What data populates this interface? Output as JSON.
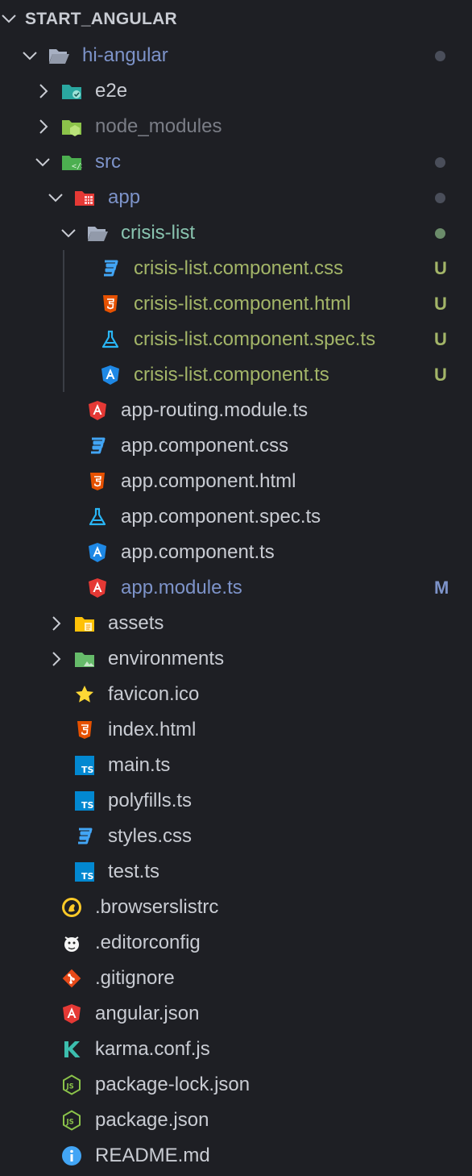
{
  "explorer": {
    "title": "START_ANGULAR",
    "colors": {
      "background": "#1e1f24",
      "default_text": "#c9ccd3",
      "modified_text": "#7d93c9",
      "untracked_text": "#a3b568",
      "ignored_text": "#7a7d86",
      "dot_gray": "#4a4e5a",
      "dot_green": "#6b8c6a"
    },
    "items": [
      {
        "name": "hi-angular",
        "kind": "folder",
        "expanded": true,
        "icon": "folder-open-icon",
        "color": "#7d93c9",
        "marker": "dot"
      },
      {
        "name": "e2e",
        "kind": "folder",
        "expanded": false,
        "icon": "folder-e2e-icon",
        "color": "#c9ccd3"
      },
      {
        "name": "node_modules",
        "kind": "folder",
        "expanded": false,
        "icon": "folder-node-icon",
        "color": "#7a7d86"
      },
      {
        "name": "src",
        "kind": "folder",
        "expanded": true,
        "icon": "folder-src-icon",
        "color": "#7d93c9",
        "marker": "dot"
      },
      {
        "name": "app",
        "kind": "folder",
        "expanded": true,
        "icon": "folder-app-icon",
        "color": "#7d93c9",
        "marker": "dot"
      },
      {
        "name": "crisis-list",
        "kind": "folder",
        "expanded": true,
        "icon": "folder-open-icon",
        "color": "#89c4b0",
        "marker": "dot-green"
      },
      {
        "name": "crisis-list.component.css",
        "kind": "file",
        "icon": "css-icon",
        "color": "#a3b568",
        "badge": "U"
      },
      {
        "name": "crisis-list.component.html",
        "kind": "file",
        "icon": "html-icon",
        "color": "#a3b568",
        "badge": "U"
      },
      {
        "name": "crisis-list.component.spec.ts",
        "kind": "file",
        "icon": "test-flask-icon",
        "color": "#a3b568",
        "badge": "U"
      },
      {
        "name": "crisis-list.component.ts",
        "kind": "file",
        "icon": "angular-component-icon",
        "color": "#a3b568",
        "badge": "U"
      },
      {
        "name": "app-routing.module.ts",
        "kind": "file",
        "icon": "angular-module-icon",
        "color": "#c9ccd3"
      },
      {
        "name": "app.component.css",
        "kind": "file",
        "icon": "css-icon",
        "color": "#c9ccd3"
      },
      {
        "name": "app.component.html",
        "kind": "file",
        "icon": "html-icon",
        "color": "#c9ccd3"
      },
      {
        "name": "app.component.spec.ts",
        "kind": "file",
        "icon": "test-flask-icon",
        "color": "#c9ccd3"
      },
      {
        "name": "app.component.ts",
        "kind": "file",
        "icon": "angular-component-icon",
        "color": "#c9ccd3"
      },
      {
        "name": "app.module.ts",
        "kind": "file",
        "icon": "angular-module-icon",
        "color": "#7d93c9",
        "badge": "M"
      },
      {
        "name": "assets",
        "kind": "folder",
        "expanded": false,
        "icon": "folder-assets-icon",
        "color": "#c9ccd3"
      },
      {
        "name": "environments",
        "kind": "folder",
        "expanded": false,
        "icon": "folder-environments-icon",
        "color": "#c9ccd3"
      },
      {
        "name": "favicon.ico",
        "kind": "file",
        "icon": "star-icon",
        "color": "#c9ccd3"
      },
      {
        "name": "index.html",
        "kind": "file",
        "icon": "html-icon",
        "color": "#c9ccd3"
      },
      {
        "name": "main.ts",
        "kind": "file",
        "icon": "typescript-icon",
        "color": "#c9ccd3"
      },
      {
        "name": "polyfills.ts",
        "kind": "file",
        "icon": "typescript-icon",
        "color": "#c9ccd3"
      },
      {
        "name": "styles.css",
        "kind": "file",
        "icon": "css-icon",
        "color": "#c9ccd3"
      },
      {
        "name": "test.ts",
        "kind": "file",
        "icon": "typescript-icon",
        "color": "#c9ccd3"
      },
      {
        "name": ".browserslistrc",
        "kind": "file",
        "icon": "browserslist-icon",
        "color": "#c9ccd3"
      },
      {
        "name": ".editorconfig",
        "kind": "file",
        "icon": "editorconfig-icon",
        "color": "#c9ccd3"
      },
      {
        "name": ".gitignore",
        "kind": "file",
        "icon": "git-icon",
        "color": "#c9ccd3"
      },
      {
        "name": "angular.json",
        "kind": "file",
        "icon": "angular-module-icon",
        "color": "#c9ccd3"
      },
      {
        "name": "karma.conf.js",
        "kind": "file",
        "icon": "karma-icon",
        "color": "#c9ccd3"
      },
      {
        "name": "package-lock.json",
        "kind": "file",
        "icon": "nodejs-icon",
        "color": "#c9ccd3"
      },
      {
        "name": "package.json",
        "kind": "file",
        "icon": "nodejs-icon",
        "color": "#c9ccd3"
      },
      {
        "name": "README.md",
        "kind": "file",
        "icon": "info-icon",
        "color": "#c9ccd3"
      }
    ]
  }
}
